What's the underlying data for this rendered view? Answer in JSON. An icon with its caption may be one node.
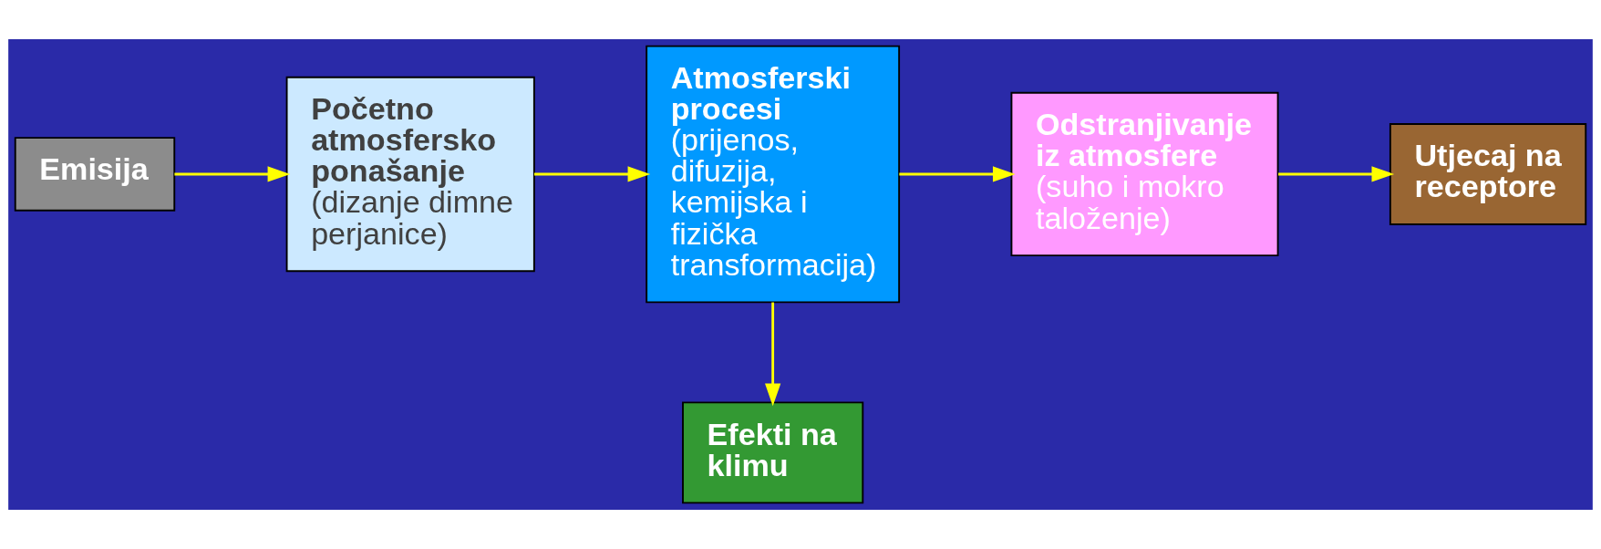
{
  "diagram": {
    "nodes": [
      {
        "text": [
          "Emisija"
        ]
      },
      {
        "text": [
          "Početno atmosfersko ponašanje",
          "(dizanje dimne perjanice)"
        ]
      },
      {
        "text": [
          "Atmosferski procesi",
          "(prijenos, difuzija, kemijska i fizička transformacija)"
        ]
      },
      {
        "text": [
          "Odstranjivanje iz atmosfere",
          "(suho i mokro taloženje)"
        ]
      },
      {
        "text": [
          "Utjecaj na receptore"
        ]
      },
      {
        "text": [
          "Efekti na klimu"
        ]
      }
    ],
    "edges": [
      {
        "from": 0,
        "to": 1,
        "arrow": "to"
      },
      {
        "from": 1,
        "to": 2,
        "arrow": "to"
      },
      {
        "from": 2,
        "to": 3,
        "arrow": "to"
      },
      {
        "from": 3,
        "to": 4,
        "arrow": "to"
      },
      {
        "from": 2,
        "to": 5,
        "arrow": "to"
      }
    ]
  }
}
